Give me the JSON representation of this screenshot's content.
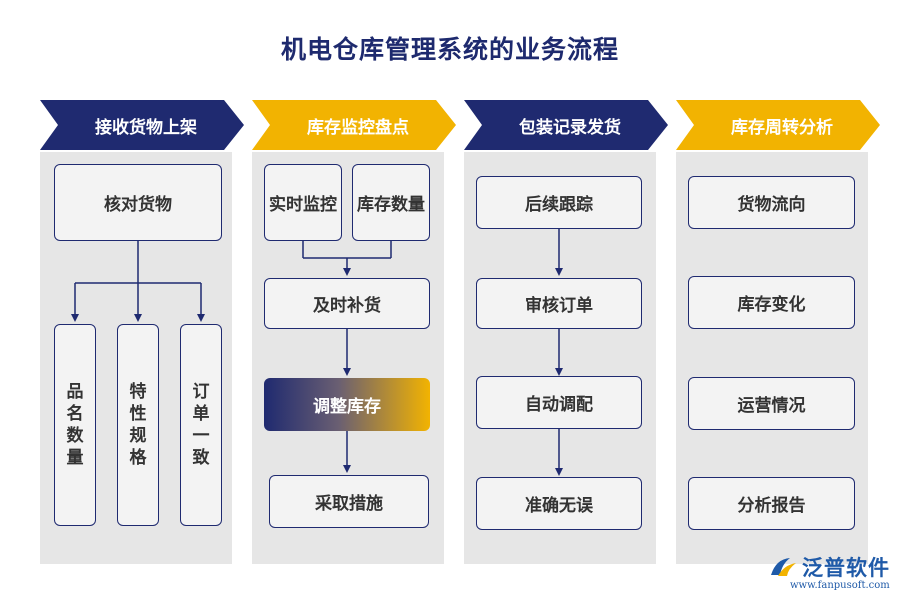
{
  "title": "机电仓库管理系统的业务流程",
  "columns": [
    {
      "header": "接收货物上架",
      "boxes": [
        "核对货物",
        "品名数量",
        "特性规格",
        "订单一致"
      ]
    },
    {
      "header": "库存监控盘点",
      "boxes": [
        "实时监控",
        "库存数量",
        "及时补货",
        "调整库存",
        "采取措施"
      ]
    },
    {
      "header": "包装记录发货",
      "boxes": [
        "后续跟踪",
        "审核订单",
        "自动调配",
        "准确无误"
      ]
    },
    {
      "header": "库存周转分析",
      "boxes": [
        "货物流向",
        "库存变化",
        "运营情况",
        "分析报告"
      ]
    }
  ],
  "logo": {
    "name": "泛普软件",
    "url": "www.fanpusoft.com"
  },
  "colors": {
    "navy": "#1f2a70",
    "gold": "#f2b301",
    "panel": "#e6e6e6"
  }
}
